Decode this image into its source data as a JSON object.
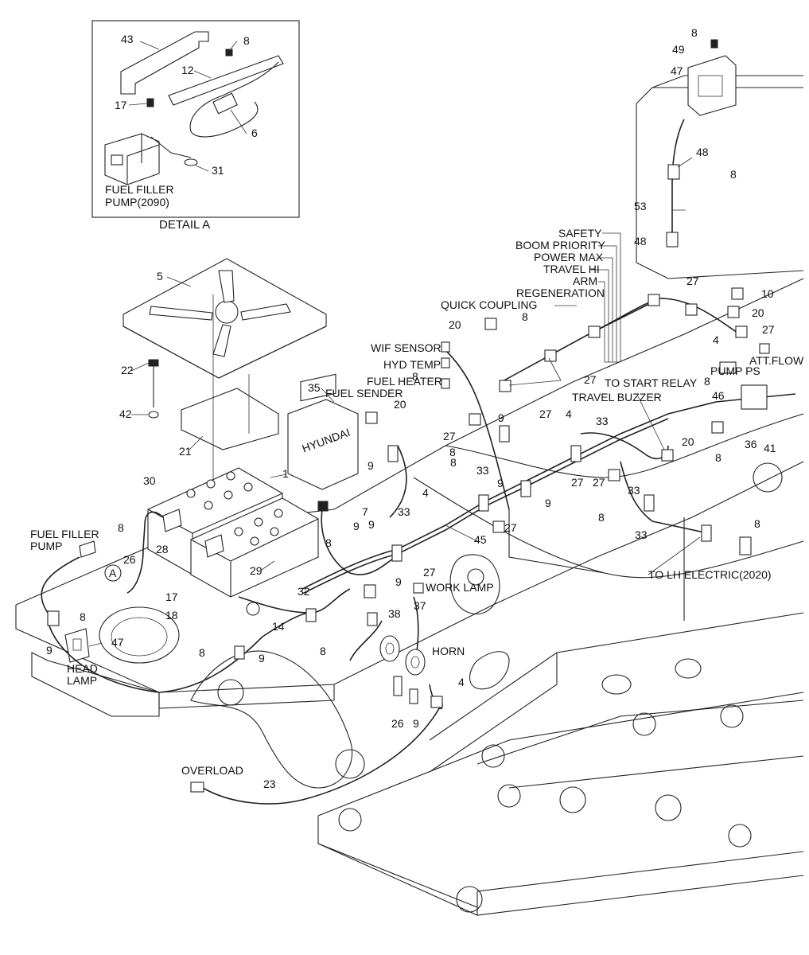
{
  "detail": {
    "title": "DETAIL  A",
    "caption_line1": "FUEL FILLER",
    "caption_line2": "PUMP(2090)"
  },
  "labels": {
    "safety": "SAFETY",
    "boom_priority": "BOOM PRIORITY",
    "power_max": "POWER MAX",
    "travel_hi": "TRAVEL HI",
    "arm": "ARM",
    "regeneration": "REGENERATION",
    "quick_coupling": "QUICK COUPLING",
    "wif_sensor": "WIF SENSOR",
    "hyd_temp": "HYD TEMP",
    "fuel_heater": "FUEL HEATER",
    "fuel_sender": "FUEL SENDER",
    "to_start_relay": "TO START RELAY",
    "travel_buzzer": "TRAVEL BUZZER",
    "pump_ps": "PUMP PS",
    "att_flow": "ATT.FLOW",
    "fuel_filler_pump_1": "FUEL FILLER",
    "fuel_filler_pump_2": "PUMP",
    "head_lamp_1": "HEAD",
    "head_lamp_2": "LAMP",
    "work_lamp": "WORK LAMP",
    "horn": "HORN",
    "overload": "OVERLOAD",
    "to_lh_electric": "TO LH ELECTRIC(2020)",
    "callout_a": "A",
    "brand": "HYUNDAI"
  },
  "part_numbers": {
    "p43": "43",
    "p8a": "8",
    "p12": "12",
    "p17a": "17",
    "p6": "6",
    "p31": "31",
    "p8b": "8",
    "p49": "49",
    "p47a": "47",
    "p48a": "48",
    "p8c": "8",
    "p53": "53",
    "p48b": "48",
    "p5": "5",
    "p22": "22",
    "p42": "42",
    "p21": "21",
    "p35": "35",
    "p1": "1",
    "p30": "30",
    "p28": "28",
    "p29": "29",
    "p7": "7",
    "p9a": "9",
    "p8d": "8",
    "p8e": "8",
    "p26a": "26",
    "p17b": "17",
    "p18": "18",
    "p14": "14",
    "p32": "32",
    "p9b": "9",
    "p8f": "8",
    "p47b": "47",
    "p9c": "9",
    "p8g": "8",
    "p9d": "9",
    "p20a": "20",
    "p8h": "8",
    "p9e": "9",
    "p20b": "20",
    "p27a": "27",
    "p27b": "27",
    "p8i": "8",
    "p9f": "9",
    "p4a": "4",
    "p33a": "33",
    "p33b": "33",
    "p45": "45",
    "p27c": "27",
    "p9g": "9",
    "p38": "38",
    "p37": "37",
    "p8j": "8",
    "p4b": "4",
    "p26b": "26",
    "p9h": "9",
    "p23": "23",
    "p27d": "27",
    "p10": "10",
    "p20c": "20",
    "p27e": "27",
    "p4c": "4",
    "p8k": "8",
    "p46": "46",
    "p20d": "20",
    "p36": "36",
    "p41": "41",
    "p8l": "8",
    "p33c": "33",
    "p27f": "27",
    "p27g": "27",
    "p8m": "8",
    "p9i": "9",
    "p8n": "8",
    "p33d": "33",
    "p8o": "8",
    "p4d": "4",
    "p27h": "27",
    "p33e": "33",
    "p27i": "27",
    "p8p": "8",
    "p9j": "9"
  }
}
